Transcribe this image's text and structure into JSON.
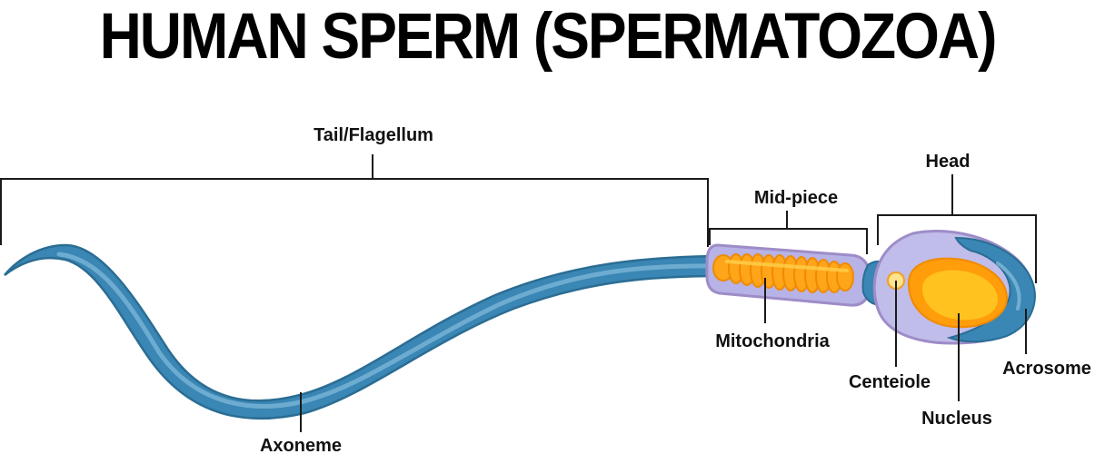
{
  "title": "HUMAN SPERM (SPERMATOZOA)",
  "labels": {
    "tail": "Tail/Flagellum",
    "midpiece": "Mid-piece",
    "head": "Head",
    "mitochondria": "Mitochondria",
    "centeiole": "Centeiole",
    "nucleus": "Nucleus",
    "acrosome": "Acrosome",
    "axoneme": "Axoneme"
  },
  "colors": {
    "tail": "#3a86b4",
    "tail_dark": "#2b6d93",
    "tail_light": "#7fb8da",
    "membrane": "#b7b3e6",
    "membrane_edge": "#9e8cc8",
    "mitochondria": "#ffa51a",
    "mitochondria_light": "#ffd04a",
    "nucleus": "#ffc21e",
    "nucleus_outer": "#ff9d0a",
    "centriole": "#ffe28a"
  }
}
